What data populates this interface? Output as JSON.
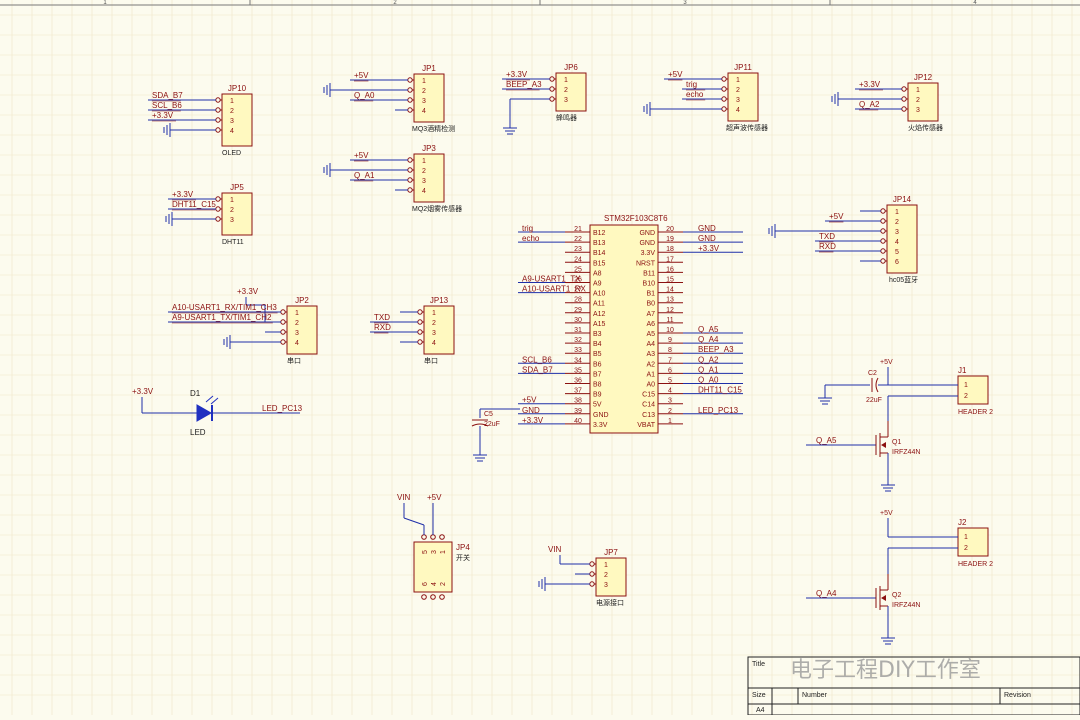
{
  "border": {
    "zone_numbers": [
      "1",
      "2",
      "3",
      "4"
    ]
  },
  "mcu": {
    "title": "STM32F103C8T6",
    "left_pins": [
      {
        "num": "21",
        "name": "B12",
        "net": "trig"
      },
      {
        "num": "22",
        "name": "B13",
        "net": "echo"
      },
      {
        "num": "23",
        "name": "B14",
        "net": ""
      },
      {
        "num": "24",
        "name": "B15",
        "net": ""
      },
      {
        "num": "25",
        "name": "A8",
        "net": ""
      },
      {
        "num": "26",
        "name": "A9",
        "net": "A9-USART1_TX"
      },
      {
        "num": "27",
        "name": "A10",
        "net": "A10-USART1_RX"
      },
      {
        "num": "28",
        "name": "A11",
        "net": ""
      },
      {
        "num": "29",
        "name": "A12",
        "net": ""
      },
      {
        "num": "30",
        "name": "A15",
        "net": ""
      },
      {
        "num": "31",
        "name": "B3",
        "net": ""
      },
      {
        "num": "32",
        "name": "B4",
        "net": ""
      },
      {
        "num": "33",
        "name": "B5",
        "net": ""
      },
      {
        "num": "34",
        "name": "B6",
        "net": "SCL_B6"
      },
      {
        "num": "35",
        "name": "B7",
        "net": "SDA_B7"
      },
      {
        "num": "36",
        "name": "B8",
        "net": ""
      },
      {
        "num": "37",
        "name": "B9",
        "net": ""
      },
      {
        "num": "38",
        "name": "5V",
        "net": "+5V"
      },
      {
        "num": "39",
        "name": "GND",
        "net": "GND"
      },
      {
        "num": "40",
        "name": "3.3V",
        "net": "+3.3V"
      }
    ],
    "right_pins": [
      {
        "num": "20",
        "name": "GND",
        "net": "GND"
      },
      {
        "num": "19",
        "name": "GND",
        "net": "GND"
      },
      {
        "num": "18",
        "name": "3.3V",
        "net": "+3.3V"
      },
      {
        "num": "17",
        "name": "NRST",
        "net": ""
      },
      {
        "num": "16",
        "name": "B11",
        "net": ""
      },
      {
        "num": "15",
        "name": "B10",
        "net": ""
      },
      {
        "num": "14",
        "name": "B1",
        "net": ""
      },
      {
        "num": "13",
        "name": "B0",
        "net": ""
      },
      {
        "num": "12",
        "name": "A7",
        "net": ""
      },
      {
        "num": "11",
        "name": "A6",
        "net": ""
      },
      {
        "num": "10",
        "name": "A5",
        "net": "Q_A5"
      },
      {
        "num": "9",
        "name": "A4",
        "net": "Q_A4"
      },
      {
        "num": "8",
        "name": "A3",
        "net": "BEEP_A3"
      },
      {
        "num": "7",
        "name": "A2",
        "net": "Q_A2"
      },
      {
        "num": "6",
        "name": "A1",
        "net": "Q_A1"
      },
      {
        "num": "5",
        "name": "A0",
        "net": "Q_A0"
      },
      {
        "num": "4",
        "name": "C15",
        "net": "DHT11_C15"
      },
      {
        "num": "3",
        "name": "C14",
        "net": ""
      },
      {
        "num": "2",
        "name": "C13",
        "net": "LED_PC13"
      },
      {
        "num": "1",
        "name": "VBAT",
        "net": ""
      }
    ]
  },
  "connectors": [
    {
      "ref": "JP10",
      "caption": "OLED",
      "pins": [
        "1",
        "2",
        "3",
        "4"
      ],
      "nets": [
        "SDA_B7",
        "SCL_B6",
        "+3.3V",
        ""
      ],
      "ground_pin": 4
    },
    {
      "ref": "JP5",
      "caption": "DHT11",
      "pins": [
        "1",
        "2",
        "3"
      ],
      "nets": [
        "+3.3V",
        "DHT11_C15",
        ""
      ],
      "ground_pin": 3
    },
    {
      "ref": "JP1",
      "caption": "MQ3酒精检测",
      "pins": [
        "1",
        "2",
        "3",
        "4"
      ],
      "nets": [
        "+5V",
        "",
        "Q_A0",
        ""
      ],
      "ground_pin": 2
    },
    {
      "ref": "JP3",
      "caption": "MQ2烟雾传感器",
      "pins": [
        "1",
        "2",
        "3",
        "4"
      ],
      "nets": [
        "+5V",
        "",
        "Q_A1",
        ""
      ],
      "ground_pin": 2
    },
    {
      "ref": "JP6",
      "caption": "蜂鸣器",
      "pins": [
        "1",
        "2",
        "3"
      ],
      "nets": [
        "+3.3V",
        "BEEP_A3",
        ""
      ],
      "ground_pin": 3
    },
    {
      "ref": "JP11",
      "caption": "超声波传感器",
      "pins": [
        "1",
        "2",
        "3",
        "4"
      ],
      "nets": [
        "+5V",
        "trig",
        "echo",
        ""
      ],
      "ground_pin": 4
    },
    {
      "ref": "JP12",
      "caption": "火焰传感器",
      "pins": [
        "1",
        "2",
        "3"
      ],
      "nets": [
        "+3.3V",
        "",
        "Q_A2"
      ],
      "ground_pin": 2
    },
    {
      "ref": "JP14",
      "caption": "hc05蓝牙",
      "pins": [
        "1",
        "2",
        "3",
        "4",
        "5",
        "6"
      ],
      "nets": [
        "",
        "+5V",
        "",
        "TXD",
        "RXD",
        ""
      ],
      "ground_pin": 3
    },
    {
      "ref": "JP2",
      "caption": "串口",
      "pins": [
        "1",
        "2",
        "3",
        "4"
      ],
      "nets": [
        "A10-USART1_RX/TIM1_CH3",
        "A9-USART1_TX/TIM1_CH2",
        "",
        ""
      ],
      "top_net": "+3.3V",
      "ground_pin": 4
    },
    {
      "ref": "JP13",
      "caption": "串口",
      "pins": [
        "1",
        "2",
        "3",
        "4"
      ],
      "nets": [
        "",
        "TXD",
        "RXD",
        ""
      ]
    },
    {
      "ref": "JP7",
      "caption": "电源接口",
      "pins": [
        "1",
        "2",
        "3"
      ],
      "nets": [
        "VIN",
        "",
        ""
      ],
      "ground_pin": 3
    },
    {
      "ref": "JP4",
      "caption": "开关",
      "pins": [
        "5",
        "3",
        "1",
        "6",
        "4",
        "2"
      ],
      "nets": [
        "VIN",
        "+5V"
      ]
    }
  ],
  "led": {
    "ref": "D1",
    "caption": "LED",
    "anode_net": "+3.3V",
    "cathode_net": "LED_PC13"
  },
  "capacitors": [
    {
      "ref": "C5",
      "value": "22uF"
    },
    {
      "ref": "C2",
      "value": "22uF"
    }
  ],
  "mosfets": [
    {
      "ref": "Q1",
      "part": "IRFZ44N",
      "gate_net": "Q_A5",
      "drain_header": "J1",
      "supply": "+5V"
    },
    {
      "ref": "Q2",
      "part": "IRFZ44N",
      "gate_net": "Q_A4",
      "drain_header": "J2",
      "supply": "+5V"
    }
  ],
  "headers": [
    {
      "ref": "J1",
      "caption": "HEADER 2",
      "pins": [
        "1",
        "2"
      ]
    },
    {
      "ref": "J2",
      "caption": "HEADER 2",
      "pins": [
        "1",
        "2"
      ]
    }
  ],
  "title_block": {
    "title_label": "Title",
    "size_label": "Size",
    "size_value": "A4",
    "number_label": "Number",
    "revision_label": "Revision"
  },
  "watermark": "电子工程DIY工作室",
  "colors": {
    "background": "#fcfbee",
    "grid": "#f0e6c8",
    "wire": "#1f2fa8",
    "component": "#8b1010",
    "body_fill": "#fff9c0",
    "net_label": "#8b1010"
  }
}
